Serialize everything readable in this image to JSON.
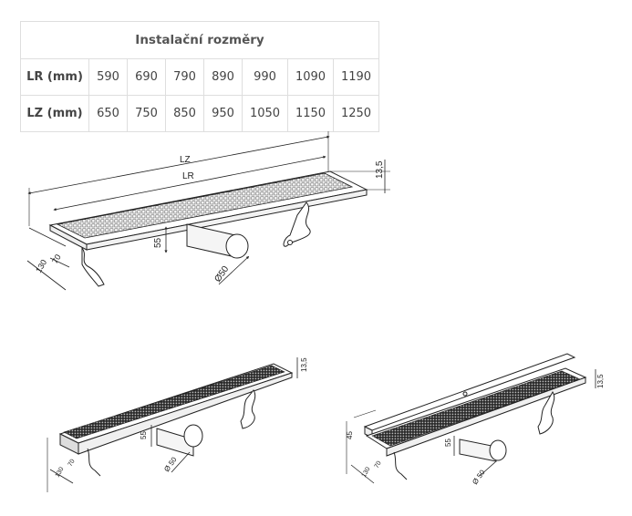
{
  "table": {
    "title": "Instalační rozměry",
    "rows": [
      {
        "label": "LR (mm)",
        "values": [
          "590",
          "690",
          "790",
          "890",
          "990",
          "1090",
          "1190"
        ]
      },
      {
        "label": "LZ (mm)",
        "values": [
          "650",
          "750",
          "850",
          "950",
          "1050",
          "1150",
          "1250"
        ]
      }
    ]
  },
  "drawing_main": {
    "lz": "LZ",
    "lr": "LR",
    "flange": "13,5",
    "height": "55",
    "depth_inner": "70",
    "depth_outer": "130",
    "outlet": "Ø50"
  },
  "drawing_left": {
    "flange": "13,5",
    "height": "55",
    "outlet": "Ø 50",
    "dim_a": "70",
    "dim_b": "130"
  },
  "drawing_right": {
    "flange": "13,5",
    "wall": "45",
    "height": "55",
    "outlet": "Ø 50",
    "dim_a": "70",
    "dim_b": "130"
  }
}
